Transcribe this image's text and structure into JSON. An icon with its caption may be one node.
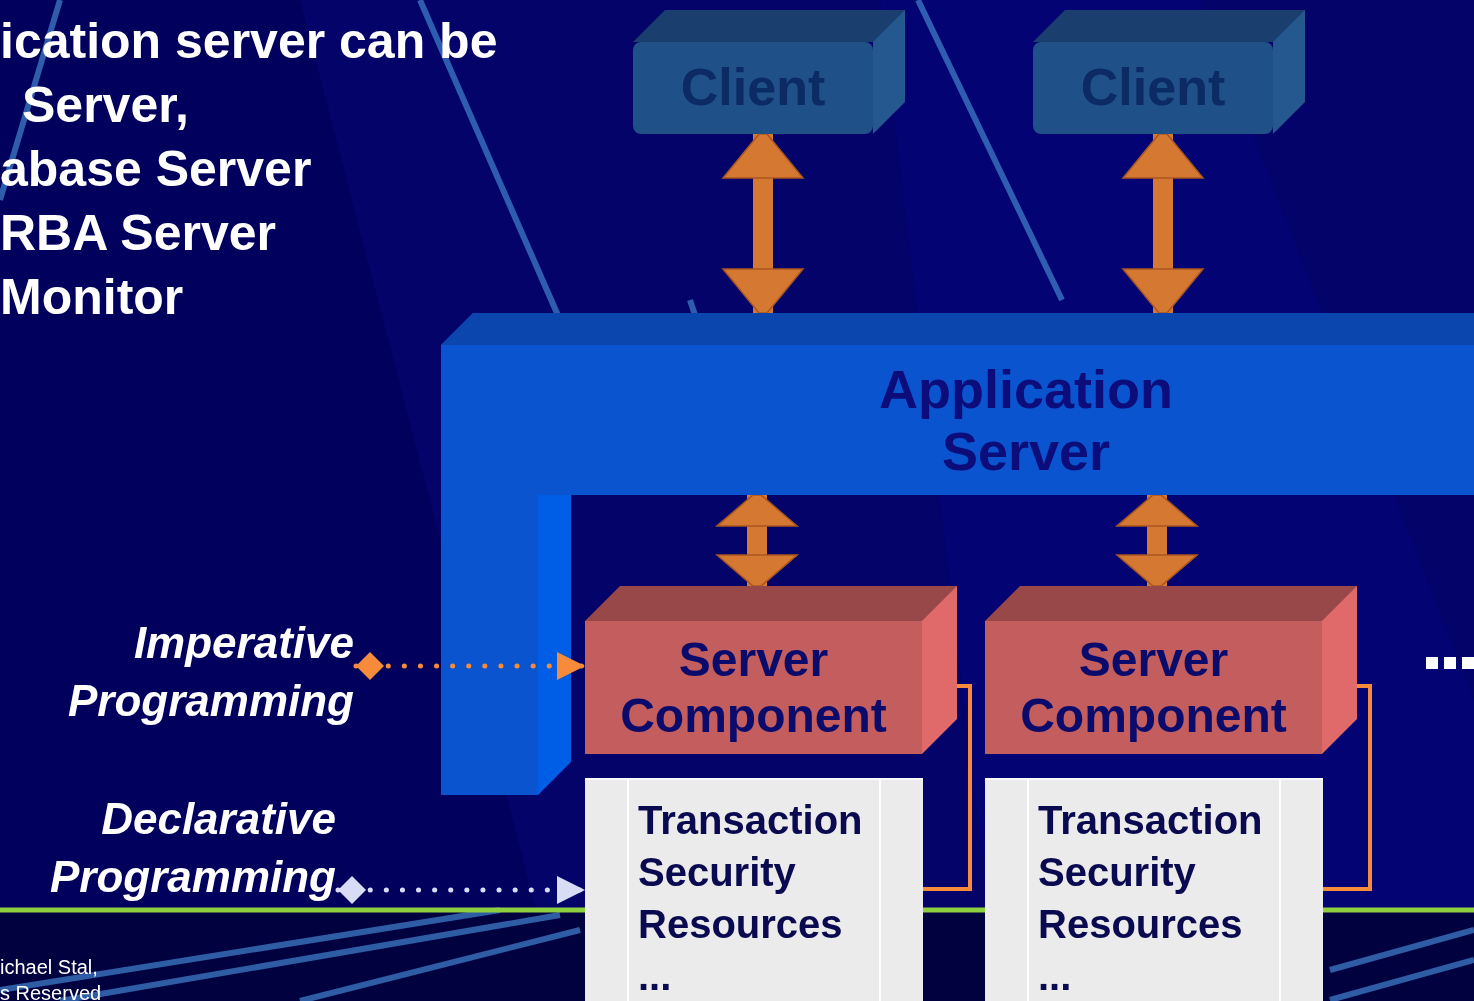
{
  "diagram": {
    "nodes": [
      {
        "text": [
          "Client"
        ]
      },
      {
        "text": [
          "Client"
        ]
      },
      {
        "text": [
          "Application Server"
        ]
      },
      {
        "text": [
          "Server Component"
        ]
      },
      {
        "text": [
          "Server Component"
        ]
      },
      {
        "text": [
          "Transaction",
          "Security",
          "Resources",
          "..."
        ]
      },
      {
        "text": [
          "Transaction",
          "Security",
          "Resources",
          "..."
        ]
      },
      {
        "text": [
          "Imperative Programming"
        ]
      },
      {
        "text": [
          "Declarative Programming"
        ]
      }
    ],
    "edges": [
      {
        "from": 0,
        "to": 2,
        "arrow": "both",
        "style": "thick"
      },
      {
        "from": 1,
        "to": 2,
        "arrow": "both",
        "style": "thick"
      },
      {
        "from": 2,
        "to": 3,
        "arrow": "both",
        "style": "thick"
      },
      {
        "from": 2,
        "to": 4,
        "arrow": "both",
        "style": "thick"
      },
      {
        "from": 7,
        "to": 3,
        "arrow": "to",
        "style": "dashed",
        "color": "#f68b3c"
      },
      {
        "from": 8,
        "to": 5,
        "arrow": "to",
        "style": "dashed",
        "color": "#d8dcf5"
      },
      {
        "from": 3,
        "to": 5,
        "arrow": "none",
        "color": "#f68b3c"
      },
      {
        "from": 4,
        "to": 6,
        "arrow": "none",
        "color": "#f68b3c"
      }
    ],
    "labels": [
      "ication server can be",
      "Server,",
      "abase Server",
      "RBA Server",
      "Monitor",
      "ichael Stal,",
      "s Reserved"
    ]
  }
}
